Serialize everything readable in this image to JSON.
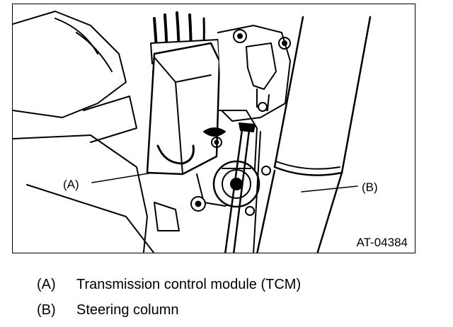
{
  "figure": {
    "id_label": "AT-04384",
    "callouts": [
      {
        "key": "(A)"
      },
      {
        "key": "(B)"
      }
    ]
  },
  "legend": [
    {
      "key": "(A)",
      "text": "Transmission control module (TCM)"
    },
    {
      "key": "(B)",
      "text": "Steering column"
    }
  ],
  "colors": {
    "line": "#000000",
    "background": "#ffffff"
  }
}
